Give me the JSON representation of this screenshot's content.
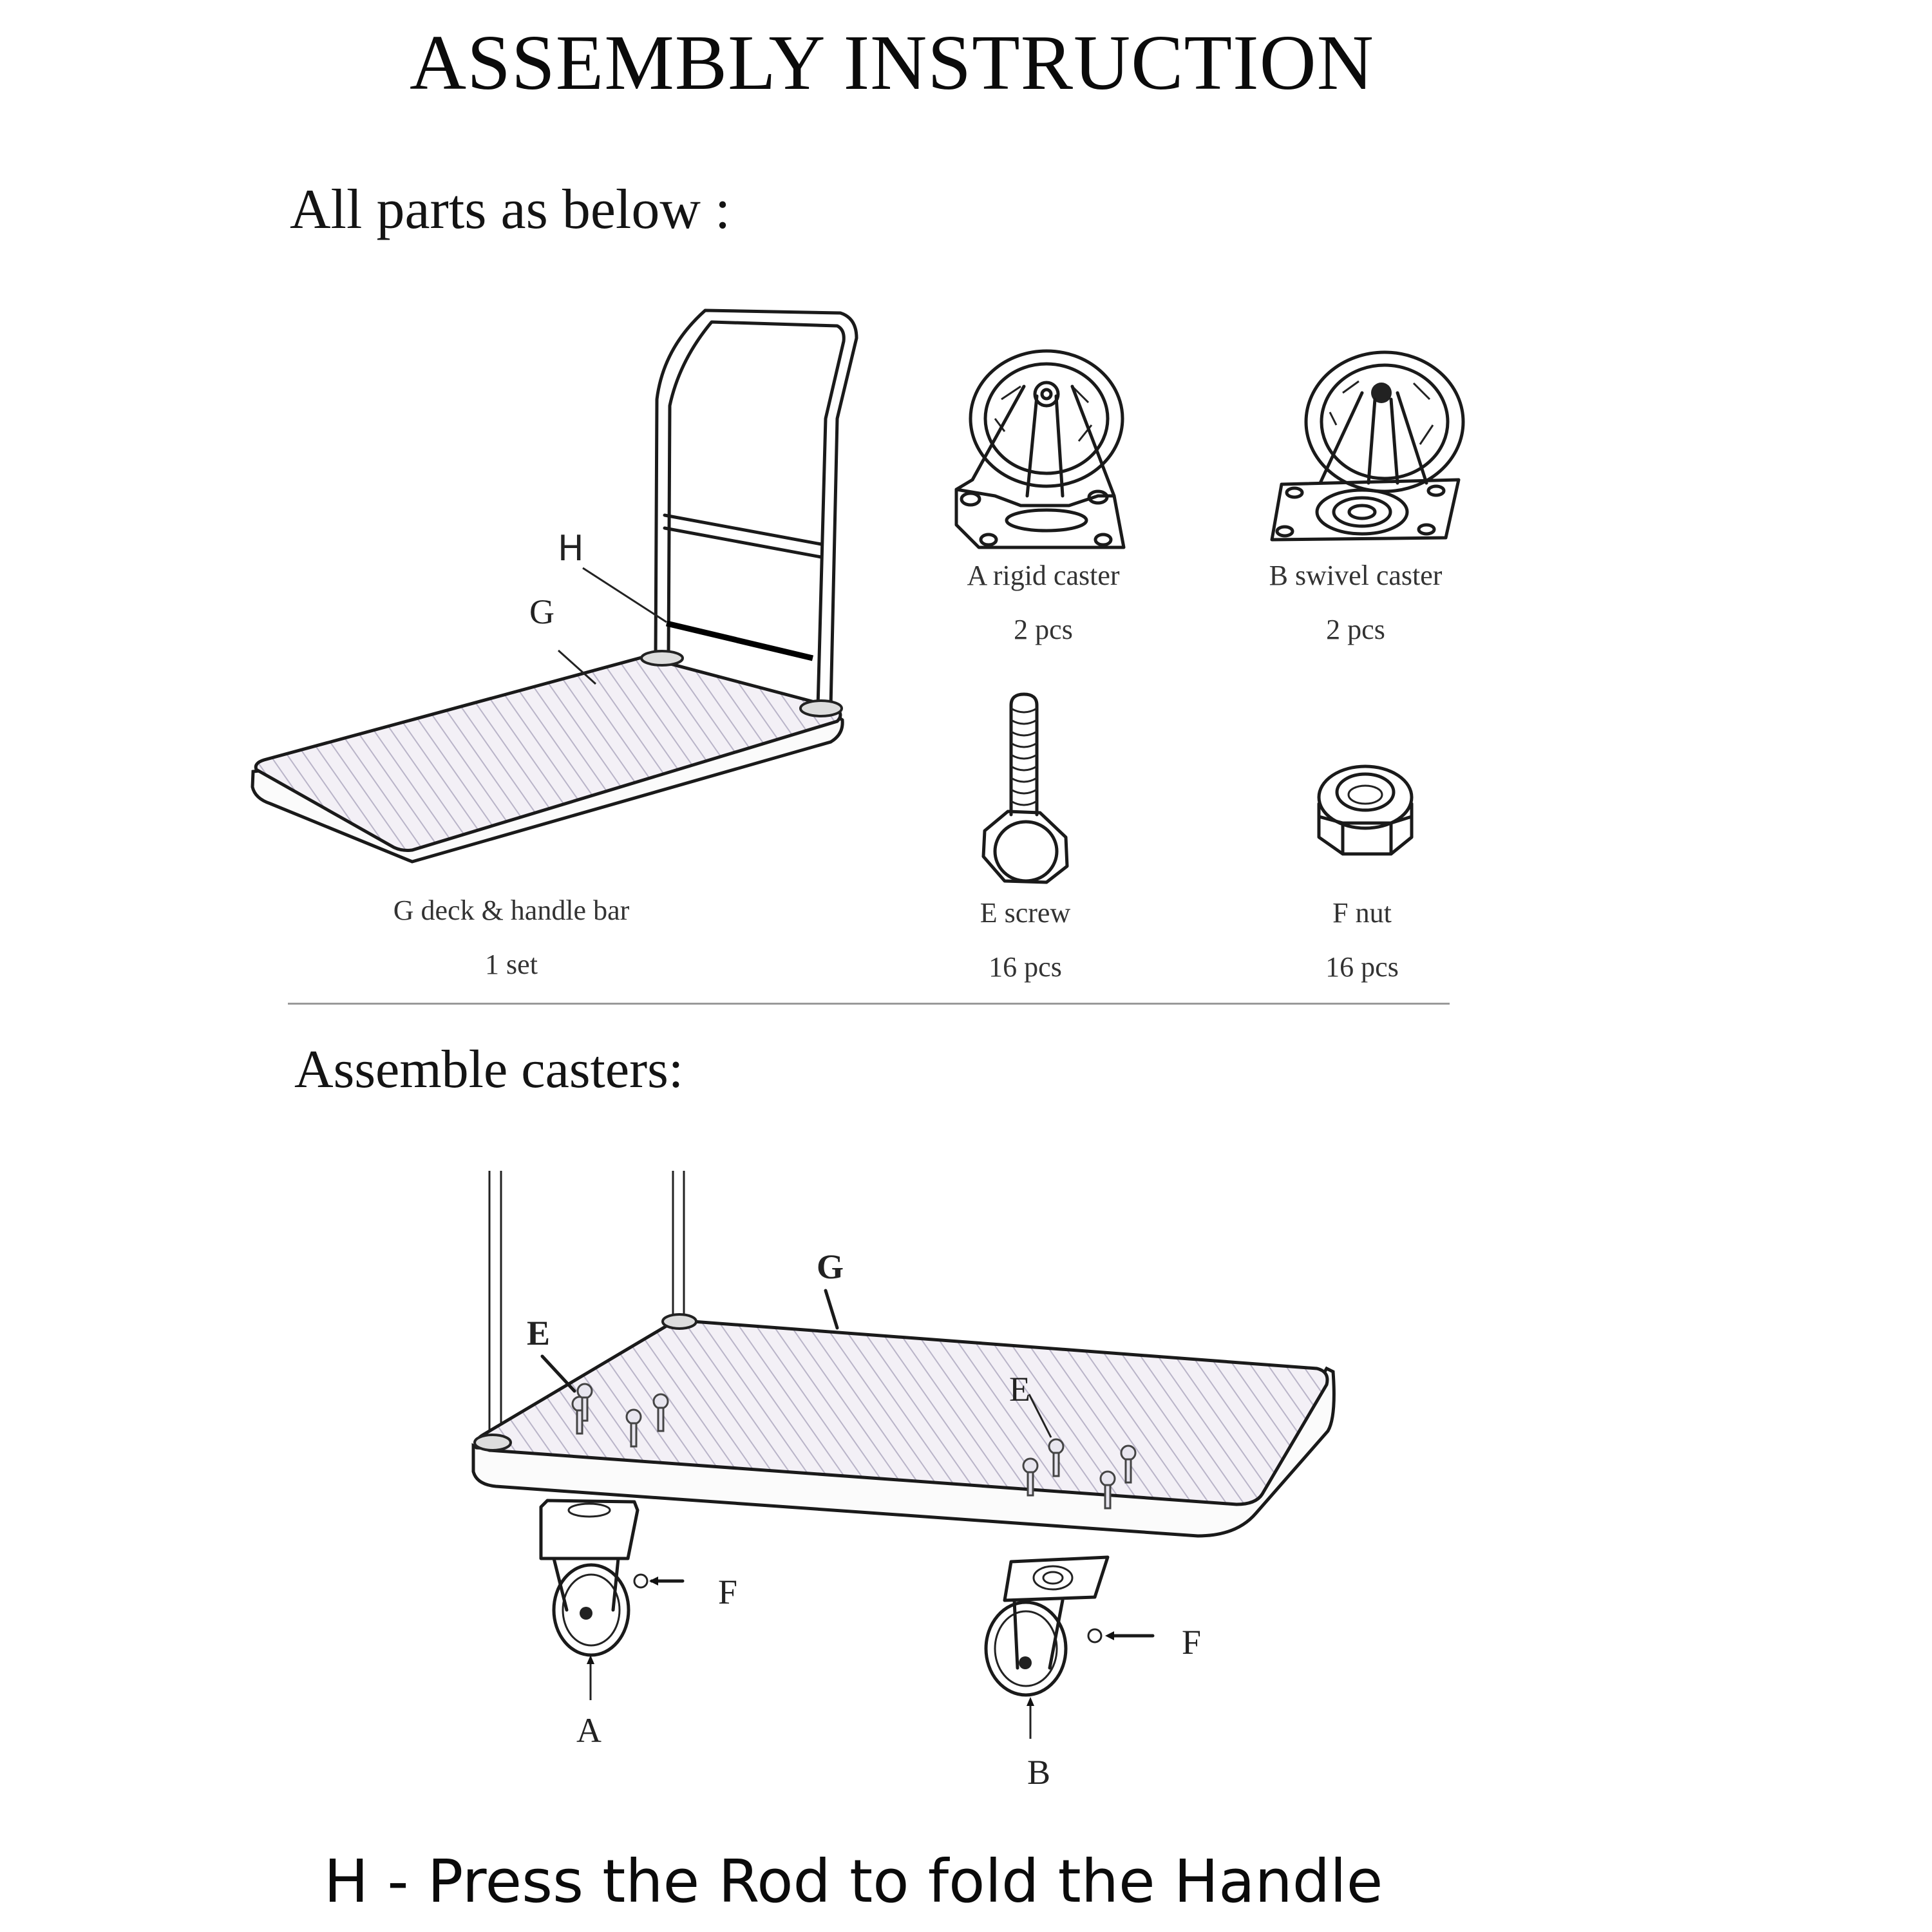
{
  "document": {
    "title": "ASSEMBLY INSTRUCTION",
    "sections": {
      "parts": {
        "heading": "All parts as below :",
        "items": [
          {
            "key": "G",
            "name": "G deck & handle bar",
            "qty": "1 set",
            "icon": "deck-handle-illustration"
          },
          {
            "key": "A",
            "name": "A rigid caster",
            "qty": "2 pcs",
            "icon": "rigid-caster-illustration"
          },
          {
            "key": "B",
            "name": "B swivel caster",
            "qty": "2 pcs",
            "icon": "swivel-caster-illustration"
          },
          {
            "key": "E",
            "name": "E screw",
            "qty": "16 pcs",
            "icon": "screw-illustration"
          },
          {
            "key": "F",
            "name": "F nut",
            "qty": "16 pcs",
            "icon": "nut-illustration"
          }
        ],
        "callouts": {
          "H": "H",
          "G": "G"
        }
      },
      "assembly": {
        "heading": "Assemble casters:",
        "callouts": {
          "G": "G",
          "E_left": "E",
          "E_right": "E",
          "F_left": "F",
          "F_right": "F",
          "A": "A",
          "B": "B"
        }
      }
    },
    "footer_note": "H - Press the Rod to fold the Handle"
  }
}
